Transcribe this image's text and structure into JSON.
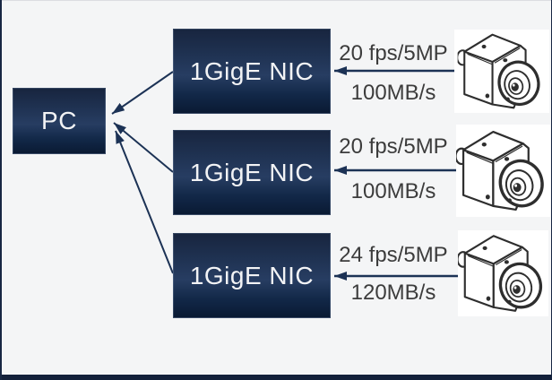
{
  "diagram": {
    "pc_label": "PC",
    "rows": [
      {
        "nic_label": "1GigE NIC",
        "rate_label": "20 fps/5MP",
        "bandwidth_label": "100MB/s"
      },
      {
        "nic_label": "1GigE NIC",
        "rate_label": "20 fps/5MP",
        "bandwidth_label": "100MB/s"
      },
      {
        "nic_label": "1GigE NIC",
        "rate_label": "24 fps/5MP",
        "bandwidth_label": "120MB/s"
      }
    ],
    "icons": {
      "camera_icon": "industrial-camera-icon"
    },
    "colors": {
      "background": "#f4f5f6",
      "box_gradient_top": "#18253f",
      "box_gradient_mid": "#273d62",
      "box_gradient_bottom": "#0a1a33",
      "box_text": "#f2f3f5",
      "label_text": "#3c3c3c",
      "arrow": "#1c3255",
      "frame_border": "#182743",
      "bottom_bar": "#13203a",
      "camera_background": "#ffffff",
      "camera_line": "#2e2e2e"
    }
  }
}
